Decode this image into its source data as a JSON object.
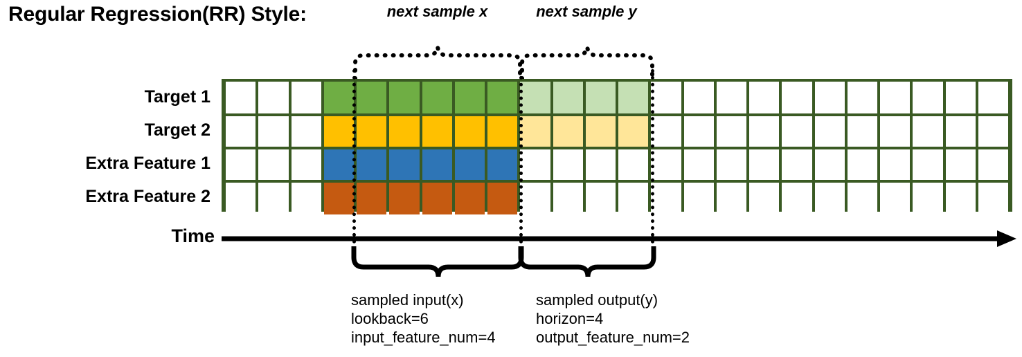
{
  "title": "Regular Regression(RR) Style:",
  "row_labels": [
    "Target 1",
    "Target 2",
    "Extra Feature 1",
    "Extra Feature 2"
  ],
  "time_axis": {
    "label": "Time",
    "arrow_icon": "right-arrow-icon"
  },
  "grid": {
    "columns": 24,
    "rows": 4,
    "legend_colors": {
      "target1_input": "#6fae44",
      "target2_input": "#ffc000",
      "extra1_input": "#2e75b6",
      "extra2_input": "#c55a11",
      "target1_output": "#c5e0b4",
      "target2_output": "#ffe699",
      "empty": "#ffffff",
      "border": "#3a5a23"
    },
    "cells": [
      [
        "white",
        "white",
        "white",
        "green",
        "green",
        "green",
        "green",
        "green",
        "green",
        "lgreen",
        "lgreen",
        "lgreen",
        "lgreen",
        "white",
        "white",
        "white",
        "white",
        "white",
        "white",
        "white",
        "white",
        "white",
        "white",
        "white"
      ],
      [
        "white",
        "white",
        "white",
        "amber",
        "amber",
        "amber",
        "amber",
        "amber",
        "amber",
        "lamber",
        "lamber",
        "lamber",
        "lamber",
        "white",
        "white",
        "white",
        "white",
        "white",
        "white",
        "white",
        "white",
        "white",
        "white",
        "white"
      ],
      [
        "white",
        "white",
        "white",
        "blue",
        "blue",
        "blue",
        "blue",
        "blue",
        "blue",
        "white",
        "white",
        "white",
        "white",
        "white",
        "white",
        "white",
        "white",
        "white",
        "white",
        "white",
        "white",
        "white",
        "white",
        "white"
      ],
      [
        "white",
        "white",
        "white",
        "orange",
        "orange",
        "orange",
        "orange",
        "orange",
        "orange",
        "white",
        "white",
        "white",
        "white",
        "white",
        "white",
        "white",
        "white",
        "white",
        "white",
        "white",
        "white",
        "white",
        "white",
        "white"
      ]
    ]
  },
  "top_annotations": [
    {
      "label": "next sample x"
    },
    {
      "label": "next sample y"
    }
  ],
  "bottom_annotations": [
    {
      "heading": "sampled input(x)",
      "line2": "lookback=6",
      "line3": "input_feature_num=4"
    },
    {
      "heading": "sampled output(y)",
      "line2": "horizon=4",
      "line3": "output_feature_num=2"
    }
  ]
}
